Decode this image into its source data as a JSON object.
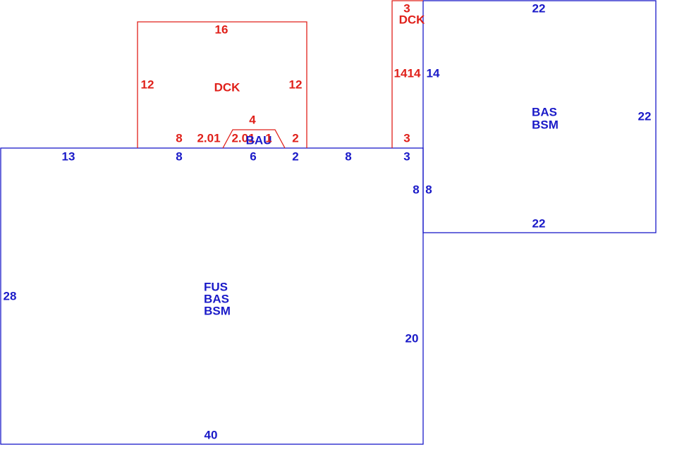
{
  "colors": {
    "red": "#e0201a",
    "blue": "#1a1ac8"
  },
  "deck_top": {
    "code": "DCK",
    "top": "16",
    "left": "12",
    "right": "12",
    "bottom_left": "8",
    "bottom_mid_1": "2.01",
    "bottom_mid_2": "2.01",
    "bottom_right": "2"
  },
  "bay": {
    "code": "BAU",
    "top": "4",
    "slope_right": "1"
  },
  "deck_right": {
    "code": "DCK",
    "top": "3",
    "left": "14",
    "right": "14",
    "bottom": "3"
  },
  "garage": {
    "codes": [
      "BAS",
      "BSM"
    ],
    "top": "22",
    "left": "14",
    "right": "22",
    "bottom": "22",
    "left_lower": "8"
  },
  "main": {
    "codes": [
      "FUS",
      "BAS",
      "BSM"
    ],
    "top_1": "13",
    "top_2": "8",
    "top_3": "6",
    "top_4": "2",
    "top_5": "8",
    "top_6": "3",
    "right_upper": "8",
    "right_lower": "20",
    "left": "28",
    "bottom": "40"
  }
}
